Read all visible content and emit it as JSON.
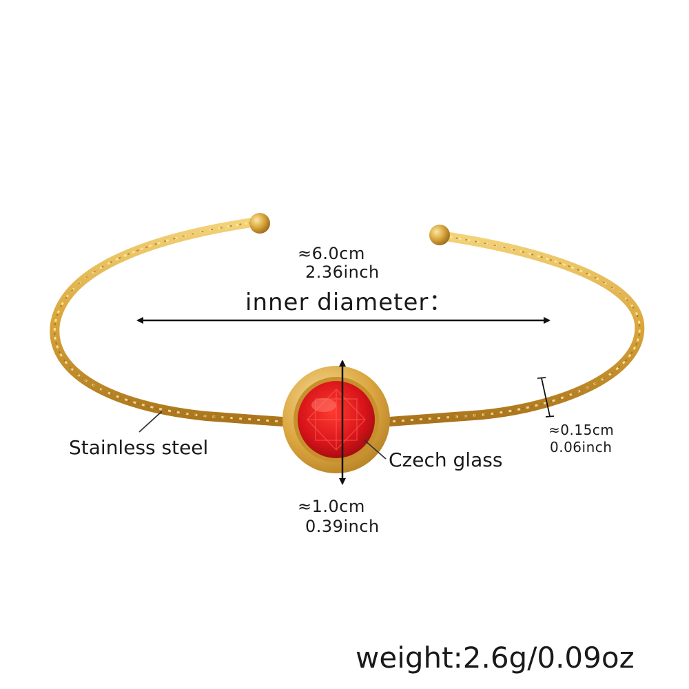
{
  "inner_diameter": {
    "title": "inner diameter：",
    "cm": "≈6.0cm",
    "inch": "2.36inch"
  },
  "stone_size": {
    "cm": "≈1.0cm",
    "inch": "0.39inch"
  },
  "wire_thickness": {
    "cm": "≈0.15cm",
    "inch": "0.06inch"
  },
  "materials": {
    "band": "Stainless steel",
    "stone": "Czech glass"
  },
  "weight": "weight:2.6g/0.09oz",
  "colors": {
    "gold": "#d9a53a",
    "gold_highlight": "#f3d37a",
    "gold_shadow": "#a9741c",
    "stone_red": "#d8141a",
    "stone_dark": "#8e0a0c",
    "text": "#1a1a1a"
  }
}
